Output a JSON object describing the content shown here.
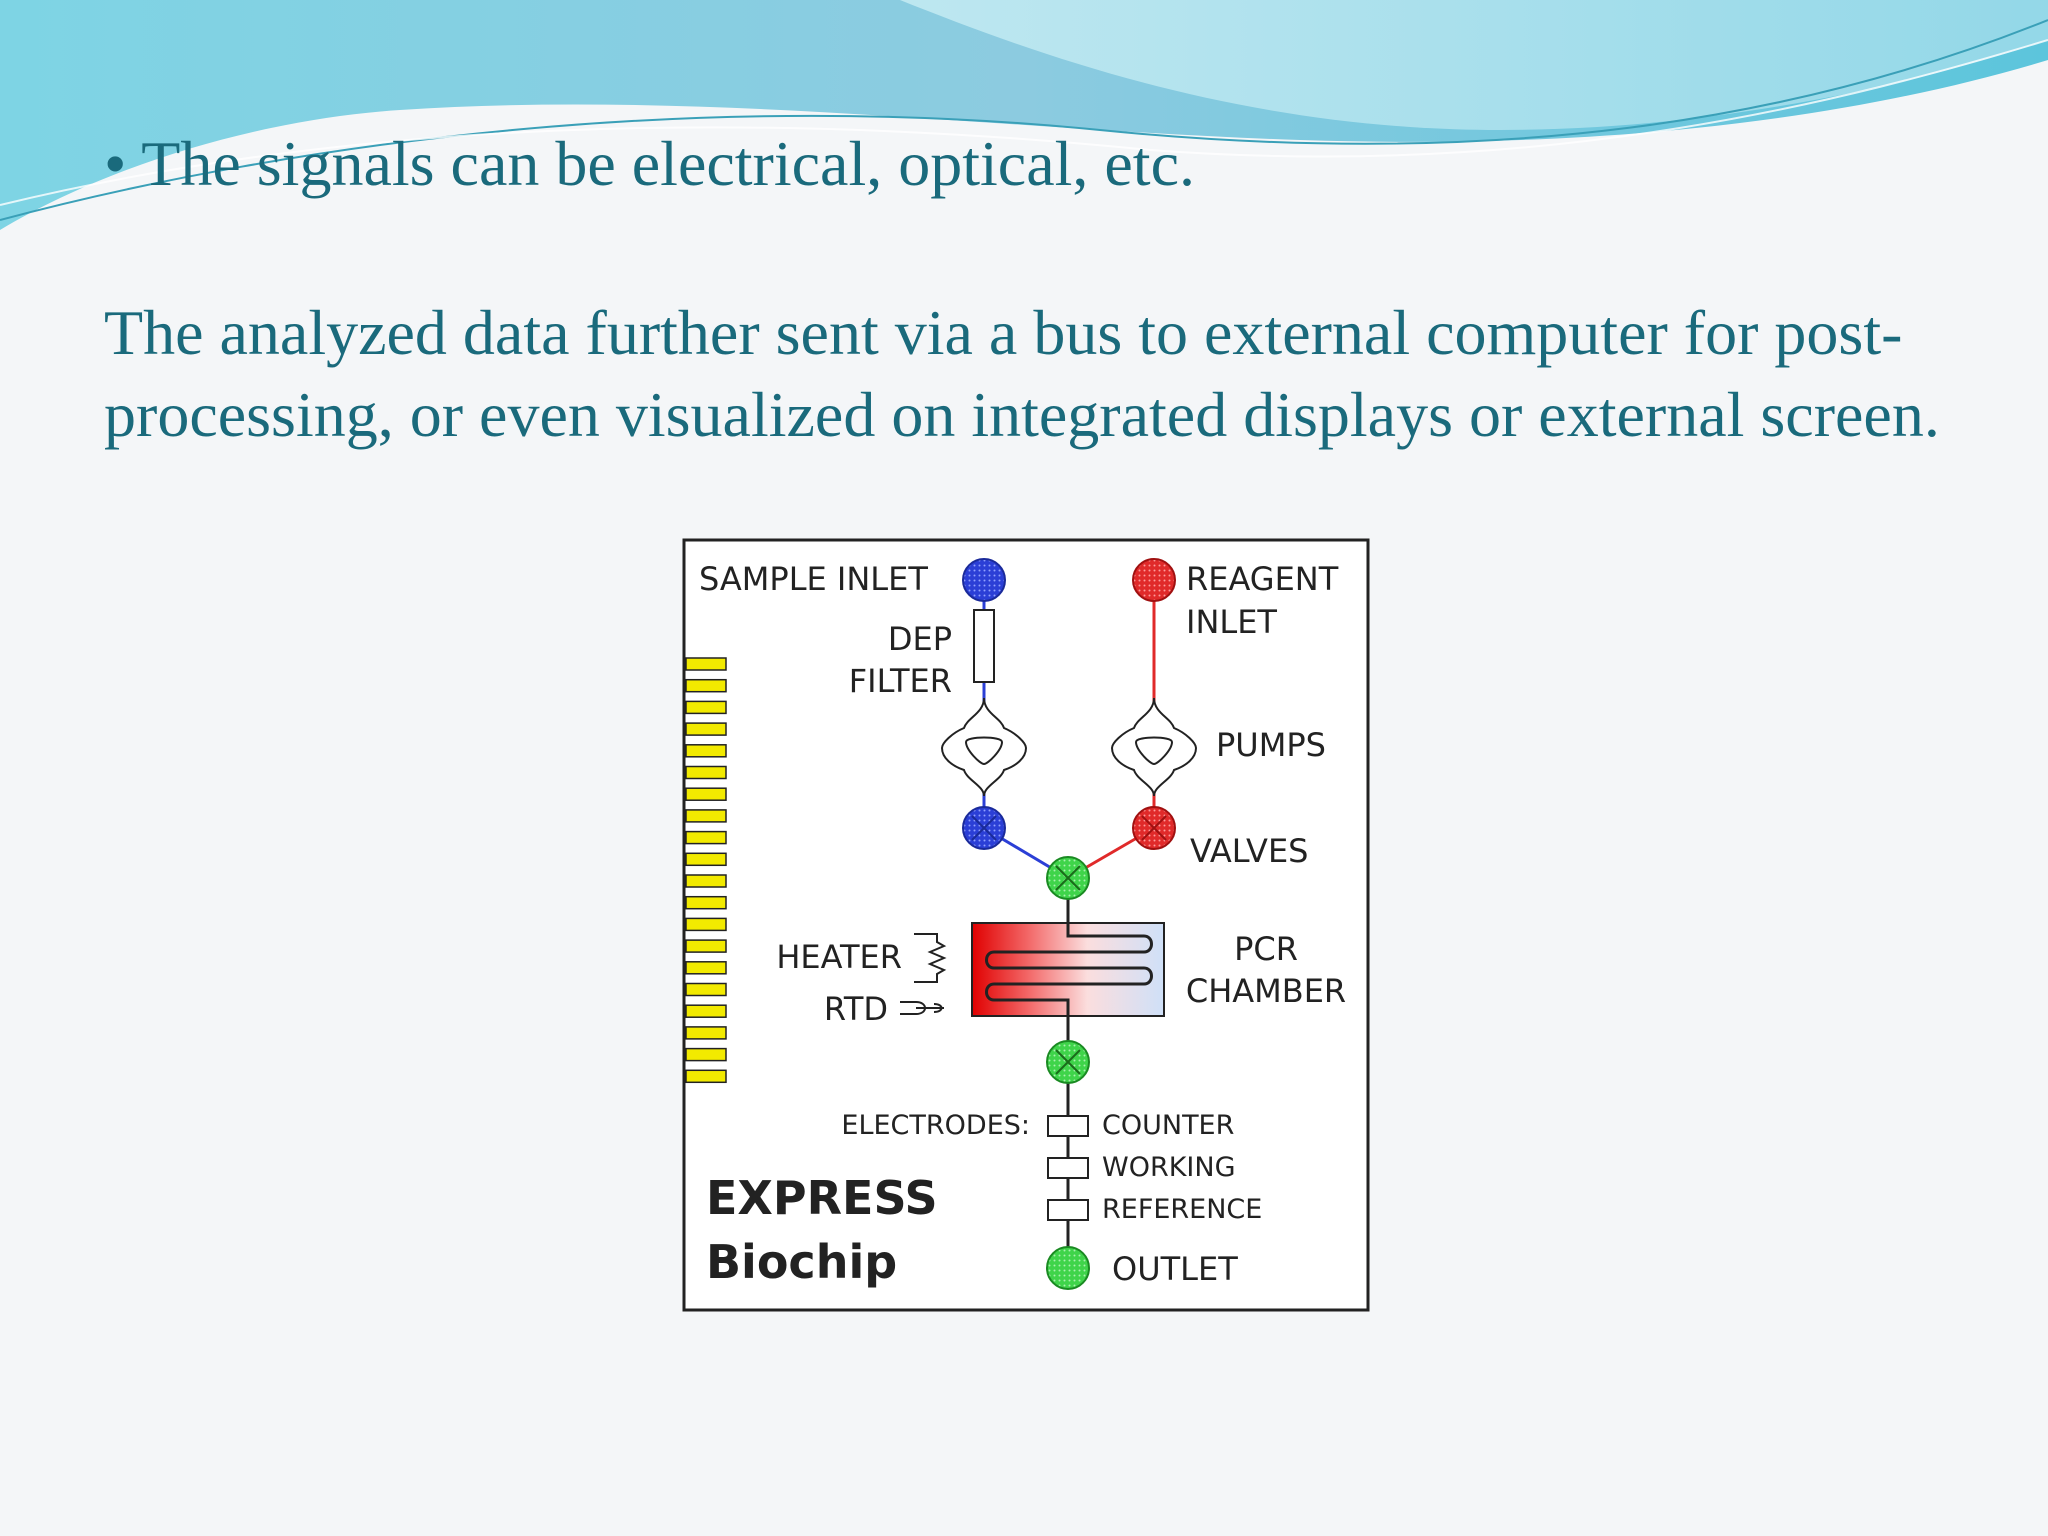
{
  "slide": {
    "bullet": "• The signals can be electrical, optical, etc.",
    "paragraph": " The analyzed data further sent via a bus to external computer for post-processing, or even visualized on integrated displays or external screen."
  },
  "diagram": {
    "labels": {
      "sample_inlet": "SAMPLE INLET",
      "reagent": "REAGENT",
      "inlet": "INLET",
      "dep": "DEP",
      "filter": "FILTER",
      "pumps": "PUMPS",
      "valves": "VALVES",
      "heater": "HEATER",
      "rtd": "RTD",
      "pcr": "PCR",
      "chamber": "CHAMBER",
      "electrodes": "ELECTRODES:",
      "counter": "COUNTER",
      "working": "WORKING",
      "reference": "REFERENCE",
      "outlet": "OUTLET",
      "title1": "EXPRESS",
      "title2": "Biochip"
    },
    "colors": {
      "sample": "#2b3fd6",
      "reagent": "#e02a2a",
      "mix": "#3fd44a",
      "connector": "#f2ea00",
      "text": "#1a6a7c"
    }
  }
}
